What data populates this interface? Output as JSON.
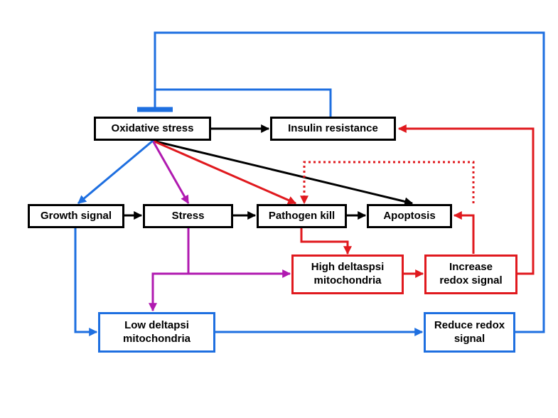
{
  "colors": {
    "black": "#000000",
    "red": "#e0191e",
    "blue": "#1e6fe0",
    "magenta": "#b01ab0"
  },
  "nodes": {
    "oxidative_stress": "Oxidative stress",
    "insulin_resistance": "Insulin resistance",
    "growth_signal": "Growth signal",
    "stress": "Stress",
    "pathogen_kill": "Pathogen kill",
    "apoptosis": "Apoptosis",
    "high_deltapsi": "High deltaspsi\nmitochondria",
    "increase_redox": "Increase\nredox signal",
    "low_deltapsi": "Low deltapsi\nmitochondria",
    "reduce_redox": "Reduce redox\nsignal"
  },
  "edges": [
    {
      "from": "oxidative_stress",
      "to": "insulin_resistance",
      "color": "black",
      "kind": "activation"
    },
    {
      "from": "oxidative_stress",
      "to": "growth_signal",
      "color": "blue",
      "kind": "activation"
    },
    {
      "from": "oxidative_stress",
      "to": "stress",
      "color": "magenta",
      "kind": "activation"
    },
    {
      "from": "oxidative_stress",
      "to": "pathogen_kill",
      "color": "red",
      "kind": "activation"
    },
    {
      "from": "oxidative_stress",
      "to": "apoptosis",
      "color": "black",
      "kind": "activation"
    },
    {
      "from": "growth_signal",
      "to": "stress",
      "color": "black",
      "kind": "activation"
    },
    {
      "from": "stress",
      "to": "pathogen_kill",
      "color": "black",
      "kind": "activation"
    },
    {
      "from": "pathogen_kill",
      "to": "apoptosis",
      "color": "black",
      "kind": "activation"
    },
    {
      "from": "pathogen_kill",
      "to": "high_deltapsi",
      "color": "red",
      "kind": "activation"
    },
    {
      "from": "stress",
      "to": "high_deltapsi",
      "color": "magenta",
      "kind": "activation"
    },
    {
      "from": "stress",
      "to": "low_deltapsi",
      "color": "magenta",
      "kind": "activation"
    },
    {
      "from": "high_deltapsi",
      "to": "increase_redox",
      "color": "red",
      "kind": "activation"
    },
    {
      "from": "increase_redox",
      "to": "apoptosis",
      "color": "red",
      "kind": "activation"
    },
    {
      "from": "increase_redox",
      "to": "insulin_resistance",
      "color": "red",
      "kind": "activation"
    },
    {
      "from": "apoptosis",
      "to": "pathogen_kill",
      "color": "red",
      "kind": "dotted-activation"
    },
    {
      "from": "growth_signal",
      "to": "low_deltapsi",
      "color": "blue",
      "kind": "activation"
    },
    {
      "from": "low_deltapsi",
      "to": "reduce_redox",
      "color": "blue",
      "kind": "activation"
    },
    {
      "from": "reduce_redox",
      "to": "oxidative_stress",
      "color": "blue",
      "kind": "inhibition"
    },
    {
      "from": "insulin_resistance",
      "to": "oxidative_stress",
      "color": "blue",
      "kind": "inhibition"
    }
  ]
}
